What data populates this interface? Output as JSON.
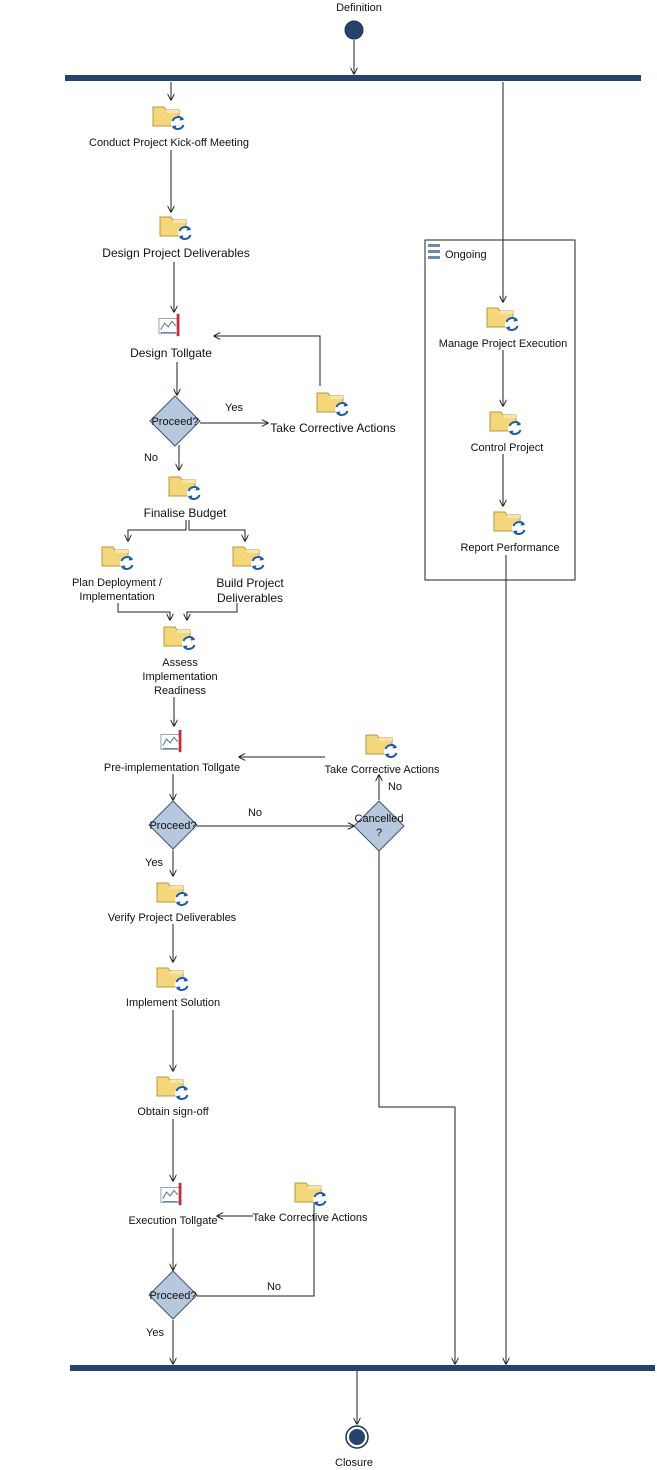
{
  "diagram": {
    "start_label": "Definition",
    "end_label": "Closure",
    "group_label": "Ongoing",
    "tasks": {
      "kickoff": "Conduct Project Kick-off Meeting",
      "design": "Design Project Deliverables",
      "take1": "Take Corrective Actions",
      "budget": "Finalise Budget",
      "plan_deploy_1": "Plan Deployment /",
      "plan_deploy_2": "Implementation",
      "build_1": "Build Project",
      "build_2": "Deliverables",
      "assess_1": "Assess",
      "assess_2": "Implementation",
      "assess_3": "Readiness",
      "take2": "Take Corrective Actions",
      "verify": "Verify Project Deliverables",
      "implement": "Implement Solution",
      "signoff": "Obtain sign-off",
      "take3": "Take Corrective Actions",
      "manage": "Manage Project Execution",
      "control": "Control Project",
      "report": "Report Performance"
    },
    "tollgates": {
      "design": "Design Tollgate",
      "preimpl": "Pre-implementation Tollgate",
      "execution": "Execution Tollgate"
    },
    "decisions": {
      "d1": "Proceed?",
      "d2": "Proceed?",
      "d3_1": "Cancelled",
      "d3_2": "?",
      "d4": "Proceed?"
    },
    "edge_labels": {
      "d1_yes": "Yes",
      "d1_no": "No",
      "d2_no": "No",
      "d2_yes": "Yes",
      "d3_no": "No",
      "d4_no": "No",
      "d4_yes": "Yes"
    },
    "icons": {
      "task": "task-folder-cycle-icon",
      "tollgate": "tollgate-chart-icon",
      "group": "list-icon"
    },
    "colors": {
      "bar": "#24446b",
      "decision_fill": "#b7c8de",
      "folder": "#f3d77a",
      "cycle": "#1e5aa8",
      "tollgate_bar": "#c0303a"
    }
  }
}
